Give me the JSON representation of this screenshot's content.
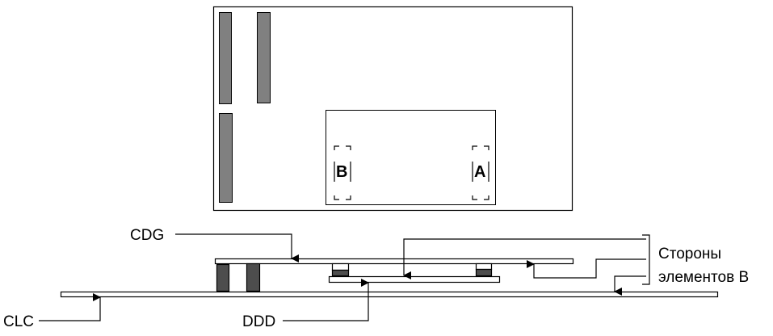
{
  "top_view": {
    "marker_b": "B",
    "marker_a": "A"
  },
  "side_view": {
    "label_cdg": "CDG",
    "label_clc": "CLC",
    "label_ddd": "DDD",
    "side_label_line1": "Стороны",
    "side_label_line2": "элементов B"
  },
  "colors": {
    "bar_gray": "#808080",
    "component_dark": "#4d4d4d",
    "line": "#000000"
  }
}
